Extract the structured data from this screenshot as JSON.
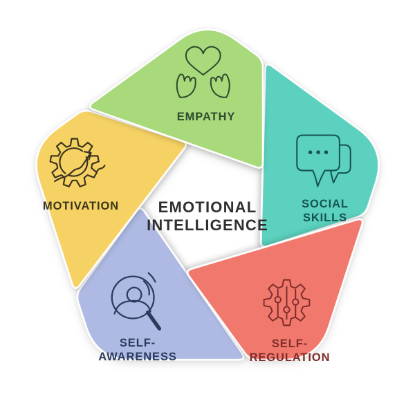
{
  "figure": {
    "title_line1": "EMOTIONAL",
    "title_line2": "INTELLIGENCE",
    "title_color": "#2f2f2f",
    "background": "#ffffff"
  },
  "segments": [
    {
      "id": "empathy",
      "label_lines": [
        "EMPATHY"
      ],
      "color": "#a8da7c",
      "ink": "#2f4a2c",
      "icon": "heart-in-hands"
    },
    {
      "id": "social-skills",
      "label_lines": [
        "SOCIAL",
        "SKILLS"
      ],
      "color": "#5bd1bf",
      "ink": "#155350",
      "icon": "chat-bubbles"
    },
    {
      "id": "self-regulation",
      "label_lines": [
        "SELF-",
        "REGULATION"
      ],
      "color": "#f1786d",
      "ink": "#7d2d2a",
      "icon": "gear-sliders"
    },
    {
      "id": "self-awareness",
      "label_lines": [
        "SELF-",
        "AWARENESS"
      ],
      "color": "#aebae3",
      "ink": "#2a3b5e",
      "icon": "magnifier-person"
    },
    {
      "id": "motivation",
      "label_lines": [
        "MOTIVATION"
      ],
      "color": "#f5d264",
      "ink": "#3b341d",
      "icon": "gear-arrow"
    }
  ]
}
